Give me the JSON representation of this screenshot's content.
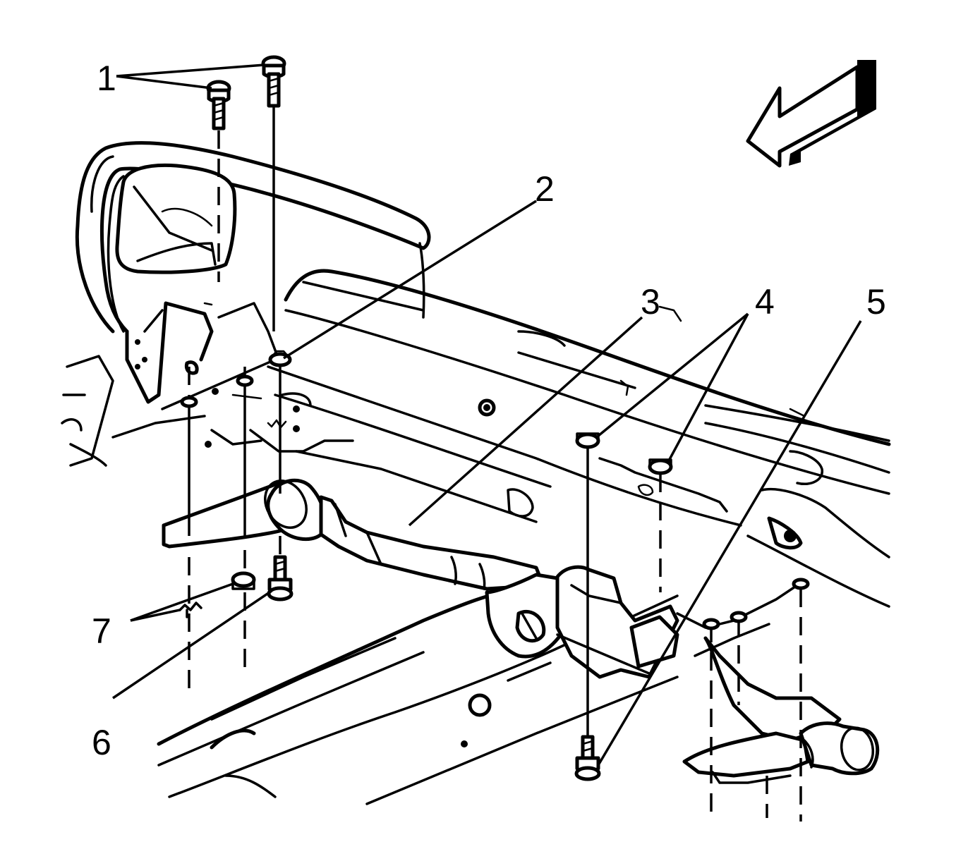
{
  "callouts": [
    {
      "id": "1",
      "label": "1"
    },
    {
      "id": "2",
      "label": "2"
    },
    {
      "id": "3",
      "label": "3"
    },
    {
      "id": "4",
      "label": "4"
    },
    {
      "id": "5",
      "label": "5"
    },
    {
      "id": "6",
      "label": "6"
    },
    {
      "id": "7",
      "label": "7"
    }
  ],
  "icons": {
    "direction_arrow": "front-direction-arrow-icon"
  },
  "colors": {
    "line": "#000000",
    "background": "#ffffff"
  }
}
